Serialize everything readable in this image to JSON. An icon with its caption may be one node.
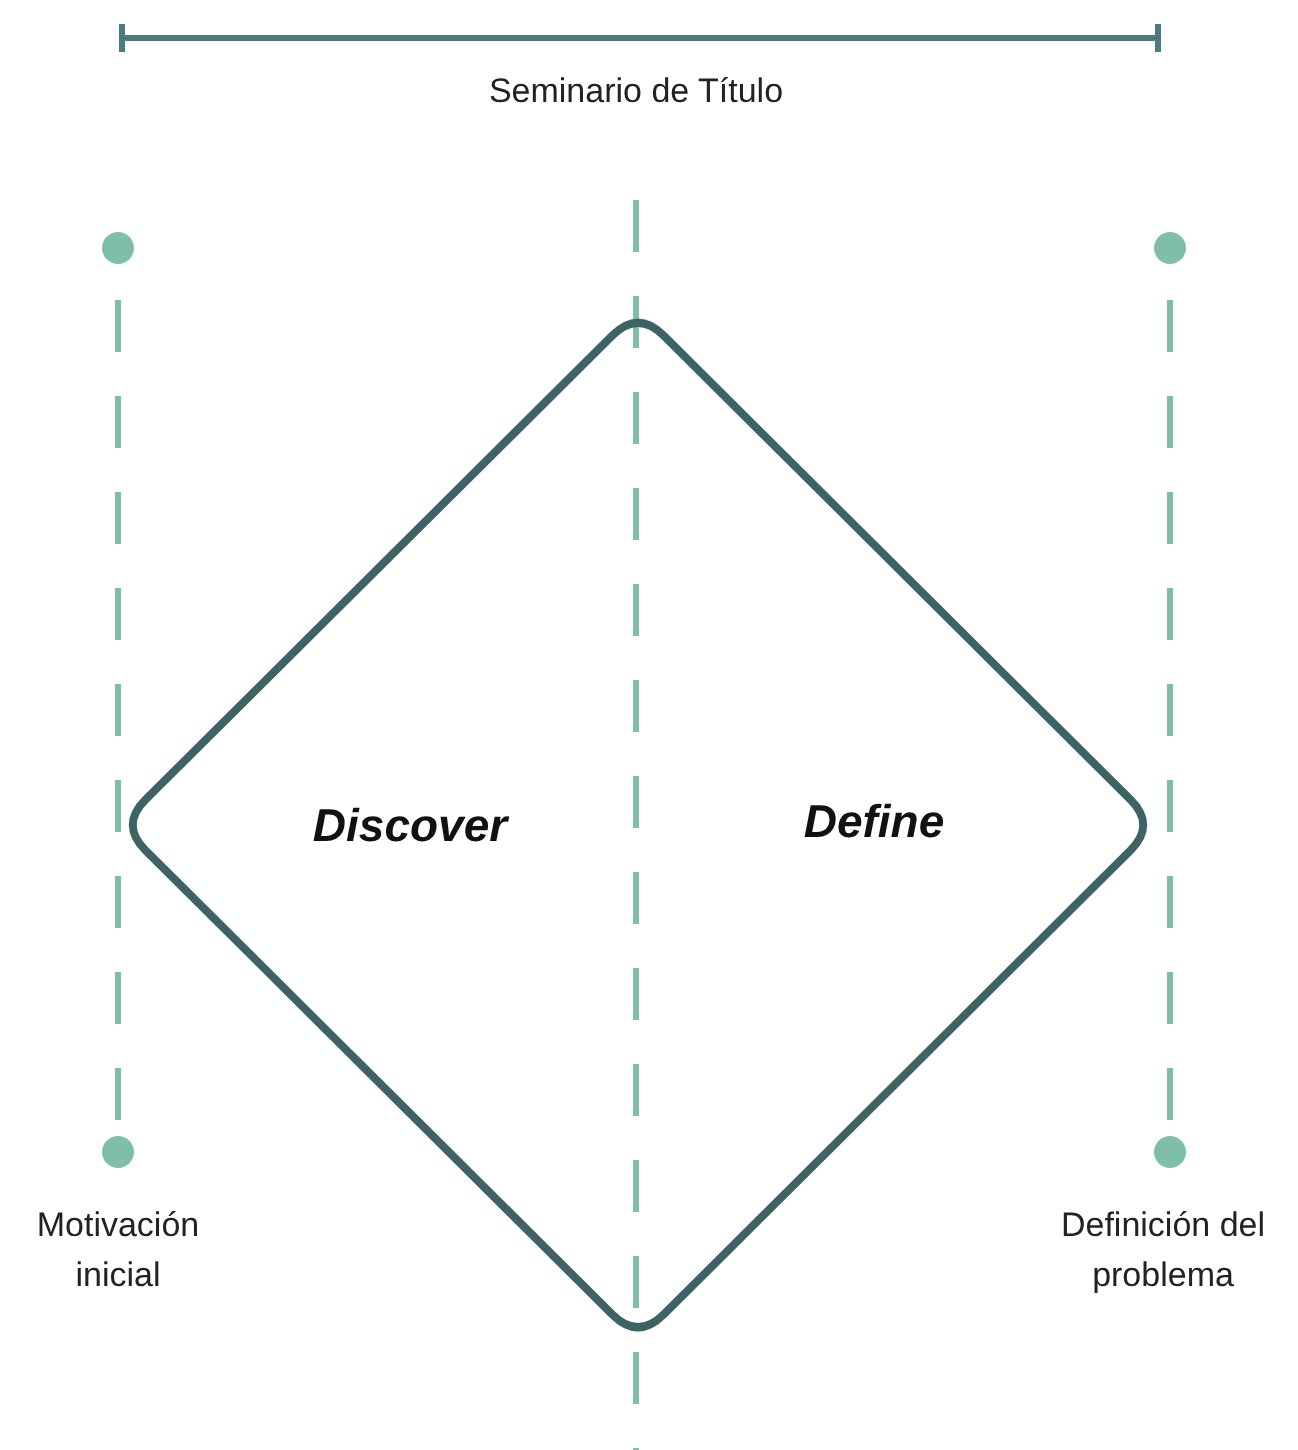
{
  "diagram": {
    "nodes": [
      {
        "text": [
          "Discover",
          "Define"
        ]
      }
    ],
    "labels": [
      "Seminario de Título",
      "Motivación inicial",
      "Definición del problema"
    ]
  }
}
